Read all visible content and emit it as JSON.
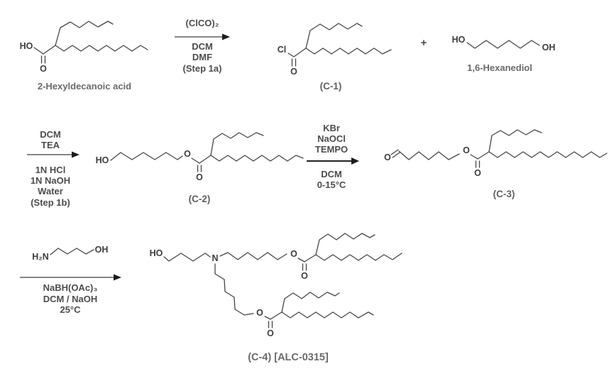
{
  "colors": {
    "bond": "#454545",
    "reagent_text": "#4c4c4c",
    "compound_label_text": "#6a6a6a",
    "arrow": "#222222",
    "background": "#ffffff"
  },
  "compounds": {
    "acid": {
      "name": "2-Hexyldecanoic acid",
      "atoms": {
        "ho": "HO",
        "o": "O"
      }
    },
    "c1": {
      "name": "(C-1)",
      "atoms": {
        "cl": "Cl",
        "o": "O"
      }
    },
    "hexanediol": {
      "name": "1,6-Hexanediol",
      "atoms": {
        "ho": "HO",
        "oh": "OH"
      }
    },
    "c2": {
      "name": "(C-2)",
      "atoms": {
        "ho": "HO",
        "o_ester": "O",
        "o_carbonyl": "O"
      }
    },
    "c3": {
      "name": "(C-3)",
      "atoms": {
        "o_aldehyde": "O",
        "o_ester": "O",
        "o_carbonyl": "O"
      }
    },
    "aminobutanol": {
      "atoms": {
        "h2n": "H₂N",
        "oh": "OH"
      }
    },
    "c4": {
      "name": "(C-4)  [ALC-0315]",
      "atoms": {
        "ho": "HO",
        "n": "N",
        "o_ester_upper": "O",
        "o_carbonyl_upper": "O",
        "o_ester_lower": "O",
        "o_carbonyl_lower": "O"
      }
    }
  },
  "operators": {
    "plus": "+"
  },
  "steps": [
    {
      "name": "step-1a",
      "above": [
        "(ClCO)₂"
      ],
      "below": [
        "DCM",
        "DMF",
        "(Step 1a)"
      ]
    },
    {
      "name": "step-1b",
      "above": [
        "DCM",
        "TEA"
      ],
      "below": [
        "1N HCl",
        "1N NaOH",
        "Water",
        "(Step 1b)"
      ]
    },
    {
      "name": "step-2",
      "above": [
        "KBr",
        "NaOCl",
        "TEMPO"
      ],
      "below": [
        "DCM",
        "0-15°C"
      ]
    },
    {
      "name": "step-3",
      "above": [],
      "below": [
        "NaBH(OAc)₃",
        "DCM / NaOH",
        "25°C"
      ]
    }
  ]
}
